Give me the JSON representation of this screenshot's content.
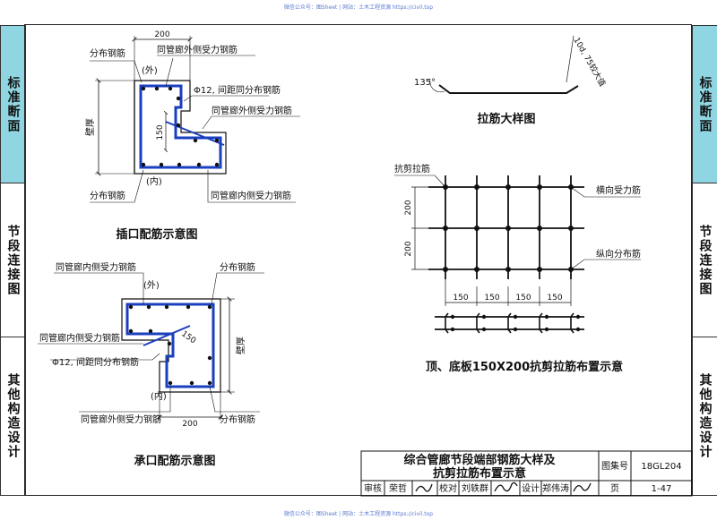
{
  "watermark_top": "微信公众号：图Sheet | 网站：土木工程资源 https://civil.top",
  "watermark_bottom": "微信公众号：图Sheet | 网站：土木工程资源 https://civil.top",
  "sidebars": {
    "left": [
      "标准断面",
      "节段连接图",
      "其他构造设计"
    ],
    "right": [
      "标准断面",
      "节段连接图",
      "其他构造设计"
    ]
  },
  "socket": {
    "caption": "插口配筋示意图",
    "dim_top": "200",
    "dim_150": "150",
    "wall_label": "壁厚",
    "out_label": "(外)",
    "in_label": "(内)",
    "lbl_dist_top": "分布钢筋",
    "lbl_outer_top": "同管廊外侧受力钢筋",
    "lbl_tie": "Φ12, 间距同分布钢筋",
    "lbl_outer_mid": "同管廊外侧受力钢筋",
    "lbl_dist_bot": "分布钢筋",
    "lbl_inner_bot": "同管廊内侧受力钢筋"
  },
  "bell": {
    "caption": "承口配筋示意图",
    "dim_bottom": "200",
    "dim_150": "150",
    "wall_label": "壁厚",
    "out_label": "(外)",
    "in_label": "(内)",
    "lbl_inner_top": "同管廊内侧受力钢筋",
    "lbl_dist_top": "分布钢筋",
    "lbl_inner_mid": "同管廊内侧受力钢筋",
    "lbl_tie": "Φ12, 间距同分布钢筋",
    "lbl_outer_bot": "同管廊外侧受力钢筋",
    "lbl_dist_bot": "分布钢筋"
  },
  "tie_detail": {
    "caption": "拉筋大样图",
    "angle": "135°",
    "hook": "10d, 75较大值"
  },
  "grid": {
    "caption": "顶、底板150X200抗剪拉筋布置示意",
    "lbl_shear": "抗剪拉筋",
    "lbl_transverse": "横向受力筋",
    "lbl_longitudinal": "纵向分布筋",
    "dims_h": [
      "150",
      "150",
      "150",
      "150"
    ],
    "dims_v": [
      "200",
      "200"
    ]
  },
  "title_block": {
    "title_line1": "综合管廊节段端部钢筋大样及",
    "title_line2": "抗剪拉筋布置示意",
    "atlas_label": "图集号",
    "atlas_no": "18GL204",
    "page_label": "页",
    "page_no": "1-47",
    "review_label": "审核",
    "reviewer": "荣哲",
    "check_label": "校对",
    "checker": "刘轶群",
    "design_label": "设计",
    "designer": "郑伟涛"
  },
  "colors": {
    "rebar": "#1a3fbf",
    "sidebar": "#8fd6e2"
  }
}
